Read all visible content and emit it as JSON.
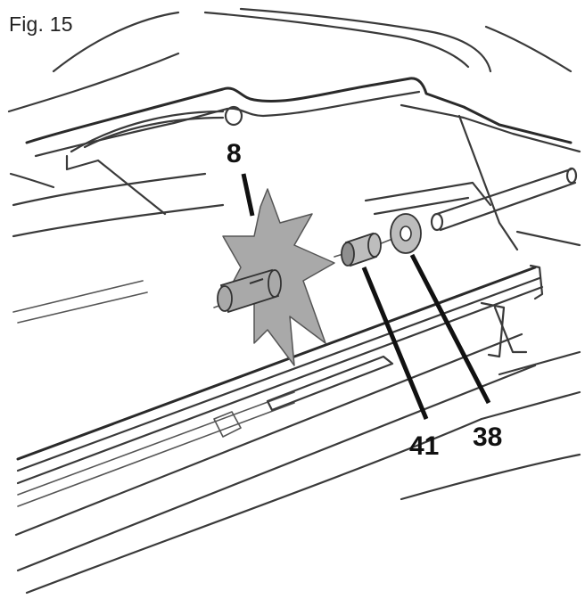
{
  "figure": {
    "label": "Fig. 15"
  },
  "parts": [
    {
      "id": "8",
      "label": "8"
    },
    {
      "id": "41",
      "label": "41"
    },
    {
      "id": "38",
      "label": "38"
    }
  ],
  "colors": {
    "line": "#3a3a3a",
    "part_fill": "#a9a9a9",
    "background": "#ffffff"
  }
}
